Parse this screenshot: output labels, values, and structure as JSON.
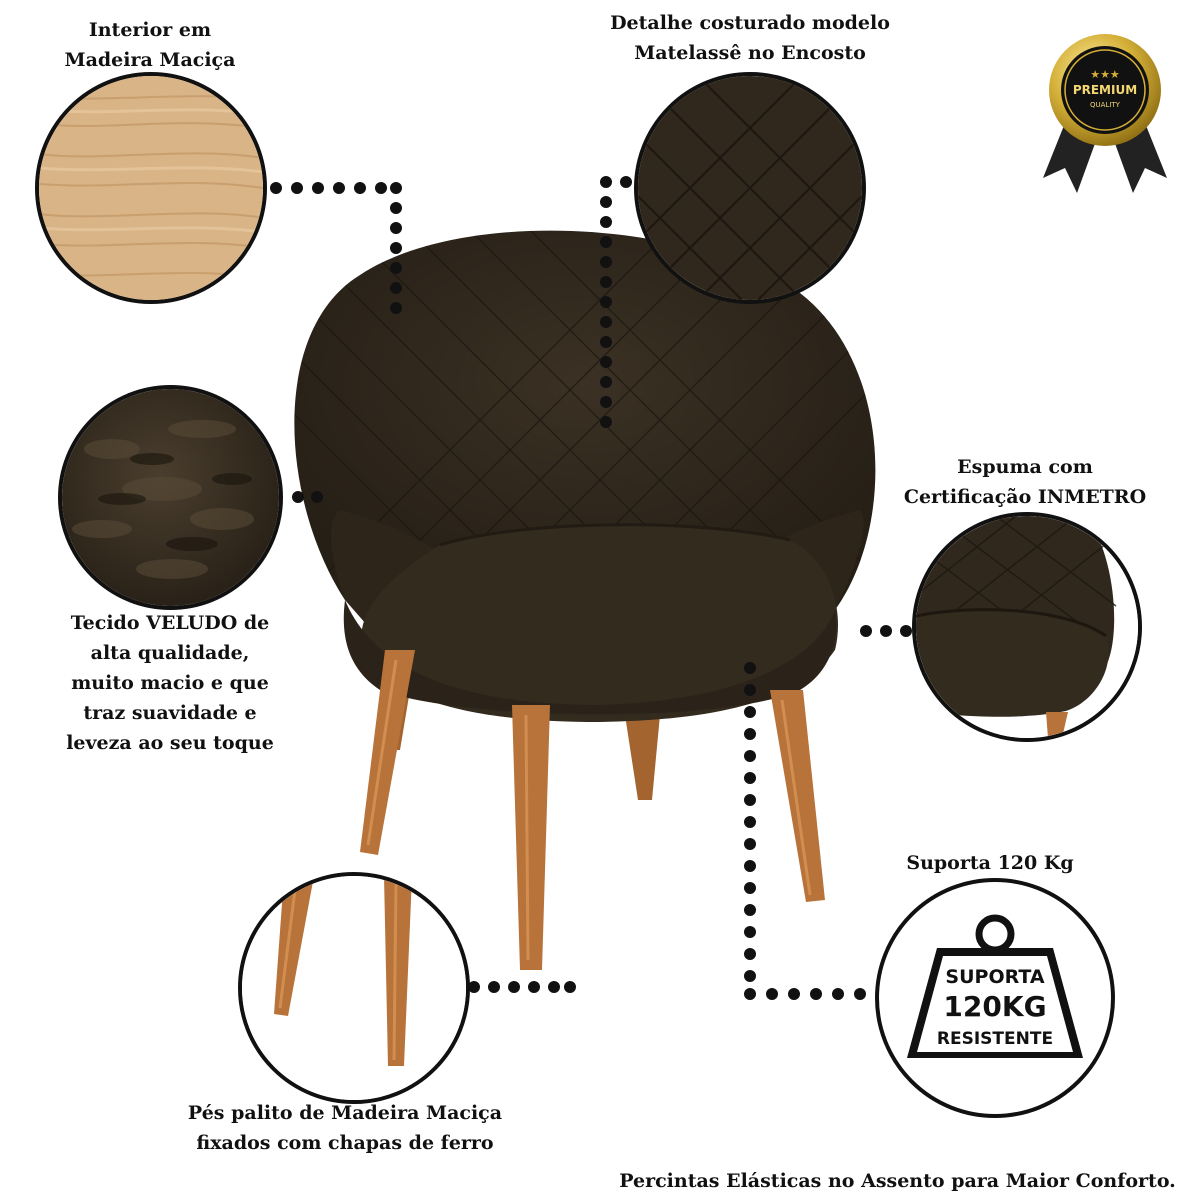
{
  "captions": {
    "wood_interior": [
      "Interior em",
      "Madeira Maciça"
    ],
    "quilted_detail": [
      "Detalhe costurado modelo",
      "Matelassê no Encosto"
    ],
    "velvet_fabric": [
      "Tecido VELUDO de",
      "alta qualidade,",
      "muito macio e que",
      "traz suavidade e",
      "leveza ao seu toque"
    ],
    "foam": [
      "Espuma com",
      "Certificação INMETRO"
    ],
    "supports": "Suporta 120 Kg",
    "legs": [
      "Pés palito de Madeira Maciça",
      "fixados com chapas de ferro"
    ],
    "webbing": "Percintas Elásticas no Assento para Maior Conforto."
  },
  "badge": {
    "stars": "★★★",
    "top_text": "PREMIUM",
    "bottom_text": "QUALITY"
  },
  "weight_icon": {
    "line1": "SUPORTA",
    "line2": "120KG",
    "line3": "RESISTENTE"
  },
  "colors": {
    "fabric": "#352c20",
    "fabric_dark": "#241d14",
    "wood_leg": "#b8733a",
    "wood_panel": "#d7b283",
    "gold": "#d4af37"
  }
}
